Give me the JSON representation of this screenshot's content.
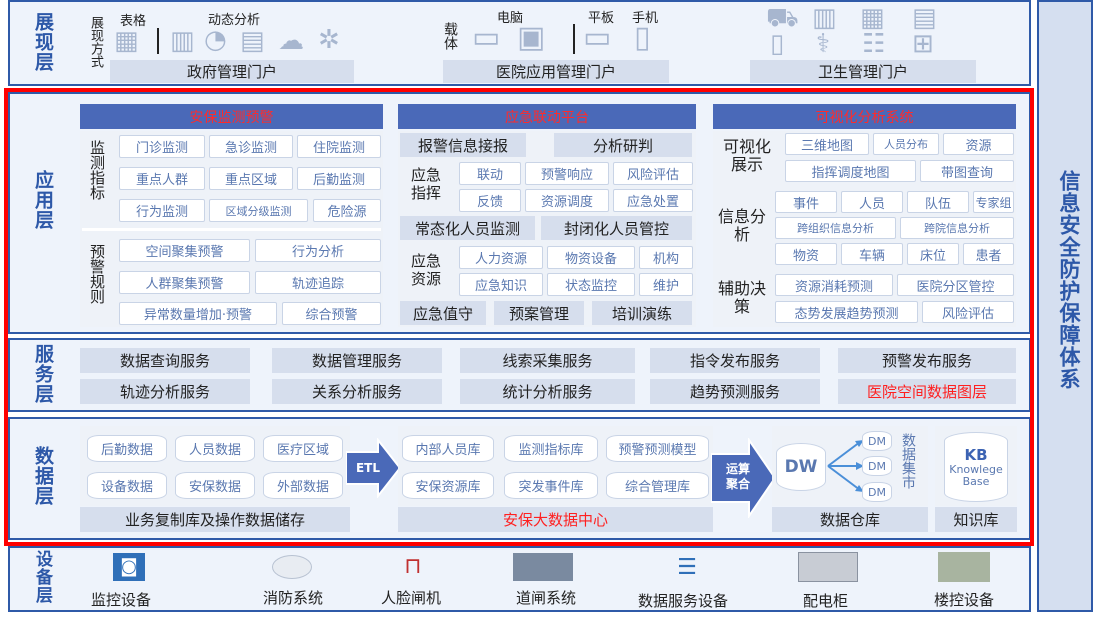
{
  "right_bar": {
    "label": "信息安全防护保障体系"
  },
  "layers": {
    "presentation": "展现层",
    "application": "应用层",
    "service": "服务层",
    "data": "数据层",
    "device": "设备层"
  },
  "presentation": {
    "mode_label": "展现方式",
    "carrier_label": "载体",
    "icon_labels": {
      "table": "表格",
      "dynamic": "动态分析",
      "pc": "电脑",
      "tablet": "平板",
      "phone": "手机"
    },
    "portals": [
      "政府管理门户",
      "医院应用管理门户",
      "卫生管理门户"
    ]
  },
  "app": {
    "col1": {
      "header": "安保监测预警",
      "monitor_label": "监测指标",
      "monitor_items": [
        "门诊监测",
        "急诊监测",
        "住院监测",
        "重点人群",
        "重点区域",
        "后勤监测",
        "行为监测",
        "区域分级监测",
        "危险源"
      ],
      "warn_label": "预警规则",
      "warn_items": [
        "空间聚集预警",
        "行为分析",
        "人群聚集预警",
        "轨迹追踪",
        "异常数量增加·预警",
        "综合预警"
      ]
    },
    "col2": {
      "header": "应急联动平台",
      "top": [
        "报警信息接报",
        "分析研判"
      ],
      "cmd_label": "应急指挥",
      "cmd_items": [
        "联动",
        "预警响应",
        "风险评估",
        "反馈",
        "资源调度",
        "应急处置"
      ],
      "mid": [
        "常态化人员监测",
        "封闭化人员管控"
      ],
      "res_label": "应急资源",
      "res_items": [
        "人力资源",
        "物资设备",
        "机构",
        "应急知识",
        "状态监控",
        "维护"
      ],
      "bottom": [
        "应急值守",
        "预案管理",
        "培训演练"
      ]
    },
    "col3": {
      "header": "可视化分析系统",
      "vis_label": "可视化展示",
      "vis_items": [
        "三维地图",
        "人员分布",
        "资源",
        "指挥调度地图",
        "带图查询"
      ],
      "info_label": "信息分析",
      "info_items": [
        "事件",
        "人员",
        "队伍",
        "专家组",
        "跨组织信息分析",
        "跨院信息分析",
        "物资",
        "车辆",
        "床位",
        "患者"
      ],
      "aux_label": "辅助决策",
      "aux_items": [
        "资源消耗预测",
        "医院分区管控",
        "态势发展趋势预测",
        "风险评估"
      ]
    }
  },
  "service": {
    "row1": [
      "数据查询服务",
      "数据管理服务",
      "线索采集服务",
      "指令发布服务",
      "预警发布服务"
    ],
    "row2": [
      "轨迹分析服务",
      "关系分析服务",
      "统计分析服务",
      "趋势预测服务",
      "医院空间数据图层"
    ]
  },
  "data": {
    "source_items": [
      "后勤数据",
      "人员数据",
      "医疗区域",
      "设备数据",
      "安保数据",
      "外部数据"
    ],
    "source_footer": "业务复制库及操作数据储存",
    "etl": "ETL",
    "center_items": [
      "内部人员库",
      "监测指标库",
      "预警预测模型",
      "安保资源库",
      "突发事件库",
      "综合管理库"
    ],
    "center_footer": "安保大数据中心",
    "compute": "运算聚合",
    "dw": "DW",
    "dm": [
      "DM",
      "DM",
      "DM"
    ],
    "mart_label": "数据集市",
    "warehouse_footer": "数据仓库",
    "kb_title": "KB",
    "kb_sub": "Knowlege Base",
    "kb_footer": "知识库"
  },
  "devices": [
    "监控设备",
    "消防系统",
    "人脸闸机",
    "道闸系统",
    "数据服务设备",
    "配电柜",
    "楼控设备"
  ],
  "colors": {
    "accent": "#2d58a8",
    "highlight": "#ff0000",
    "header_bg": "#4a69b8"
  }
}
